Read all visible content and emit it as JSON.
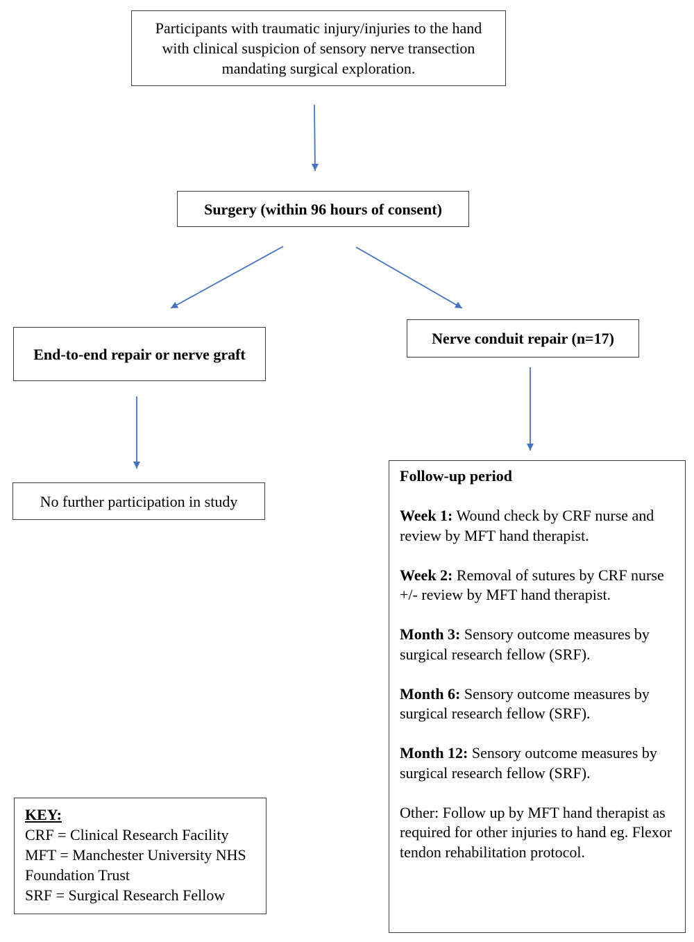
{
  "nodes": {
    "participants": "Participants with traumatic injury/injuries to the hand with clinical suspicion of sensory nerve transection mandating surgical exploration.",
    "surgery": "Surgery (within 96 hours of consent)",
    "end_to_end": "End-to-end repair or nerve graft",
    "conduit": "Nerve conduit repair (n=17)",
    "no_further": "No further participation in study"
  },
  "follow_up": {
    "title": "Follow-up period",
    "items": [
      {
        "label": "Week 1:",
        "text": " Wound check by CRF nurse and review by MFT hand therapist."
      },
      {
        "label": "Week 2:",
        "text": " Removal of sutures by CRF nurse +/- review by MFT hand therapist."
      },
      {
        "label": "Month 3:",
        "text": " Sensory outcome measures by surgical research fellow (SRF)."
      },
      {
        "label": "Month 6:",
        "text": " Sensory outcome measures by surgical research fellow (SRF)."
      },
      {
        "label": "Month 12:",
        "text": " Sensory outcome measures by surgical research fellow (SRF)."
      }
    ],
    "other": "Other: Follow up by MFT hand therapist as required for other injuries to hand eg. Flexor tendon rehabilitation protocol."
  },
  "key": {
    "title": "KEY:",
    "lines": [
      "CRF = Clinical Research Facility",
      "MFT = Manchester University NHS Foundation Trust",
      "SRF = Surgical Research Fellow"
    ]
  },
  "colors": {
    "arrow": "#4472c4",
    "border": "#3a3a3a"
  }
}
